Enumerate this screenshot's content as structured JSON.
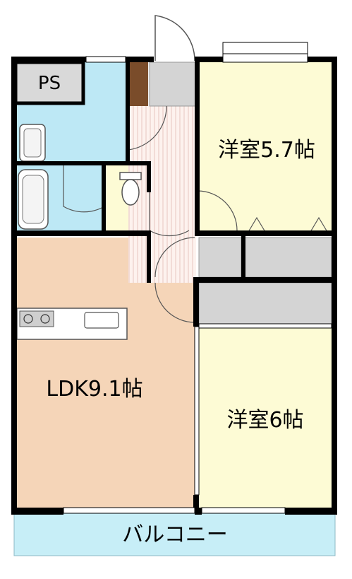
{
  "rooms": {
    "ps": "PS",
    "western_1": "洋室5.7帖",
    "western_2": "洋室6帖",
    "ldk": "LDK9.1帖",
    "balcony": "バルコニー"
  },
  "colors": {
    "wall": "#000000",
    "ldk_floor": "#f5d5b8",
    "bedroom_floor": "#fdfbd5",
    "wet_floor": "#bde8f5",
    "balcony": "#c7eef7",
    "storage": "#d4d4d4",
    "shoe_cabinet": "#7a4c2a",
    "hall_floor": "#fde8e8"
  }
}
